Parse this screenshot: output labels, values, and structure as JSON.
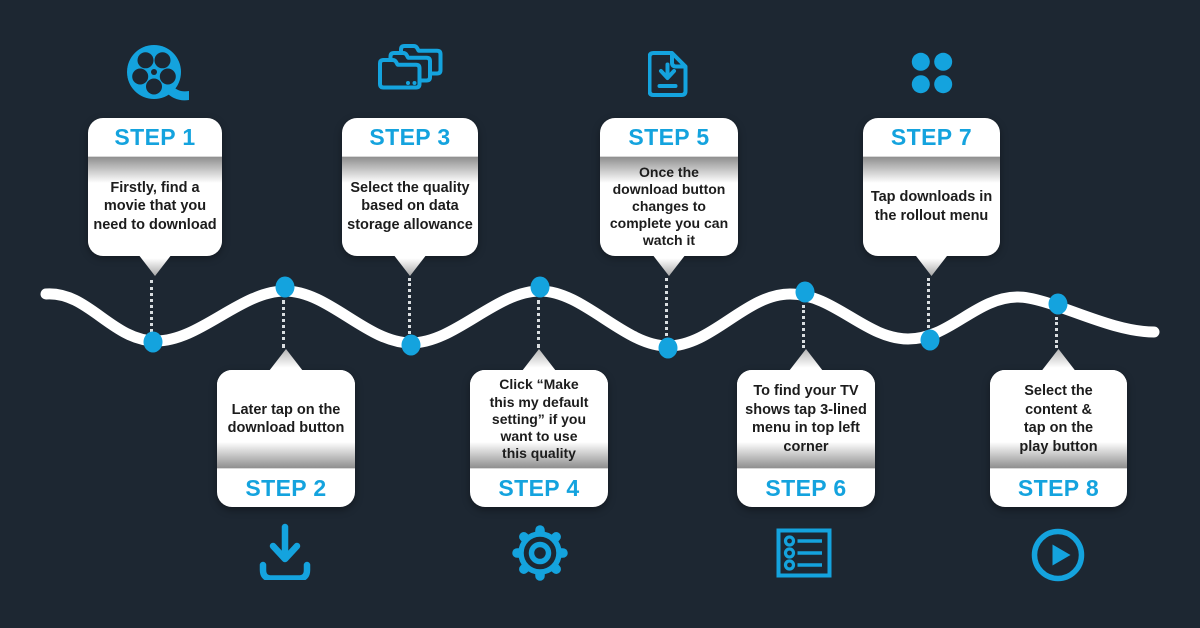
{
  "theme": {
    "background": "#1d2732",
    "accent_blue": "#14a3de",
    "wave_color": "#ffffff",
    "card_background": "#ffffff",
    "body_text_color": "#1c1c1c"
  },
  "steps": [
    {
      "label": "STEP 1",
      "text": "Firstly, find a\nmovie that you\nneed to download",
      "position": "top",
      "icon": "film-reel-icon"
    },
    {
      "label": "STEP 2",
      "text": "Later tap on the\ndownload button",
      "position": "bottom",
      "icon": "download-tray-icon"
    },
    {
      "label": "STEP 3",
      "text": "Select the quality\nbased on data\nstorage allowance",
      "position": "top",
      "icon": "folders-icon"
    },
    {
      "label": "STEP 4",
      "text": "Click “Make\nthis my default\nsetting” if you\nwant to use\nthis quality",
      "position": "bottom",
      "icon": "gear-icon"
    },
    {
      "label": "STEP 5",
      "text": "Once the\ndownload button\nchanges to\ncomplete you can\nwatch it",
      "position": "top",
      "icon": "document-download-icon"
    },
    {
      "label": "STEP 6",
      "text": "To find your TV\nshows tap 3-lined\nmenu in top left\ncorner",
      "position": "bottom",
      "icon": "list-menu-icon"
    },
    {
      "label": "STEP 7",
      "text": "Tap downloads in\nthe rollout menu",
      "position": "top",
      "icon": "four-dots-icon"
    },
    {
      "label": "STEP 8",
      "text": "Select the\ncontent &\ntap on the\nplay button",
      "position": "bottom",
      "icon": "play-button-icon"
    }
  ]
}
